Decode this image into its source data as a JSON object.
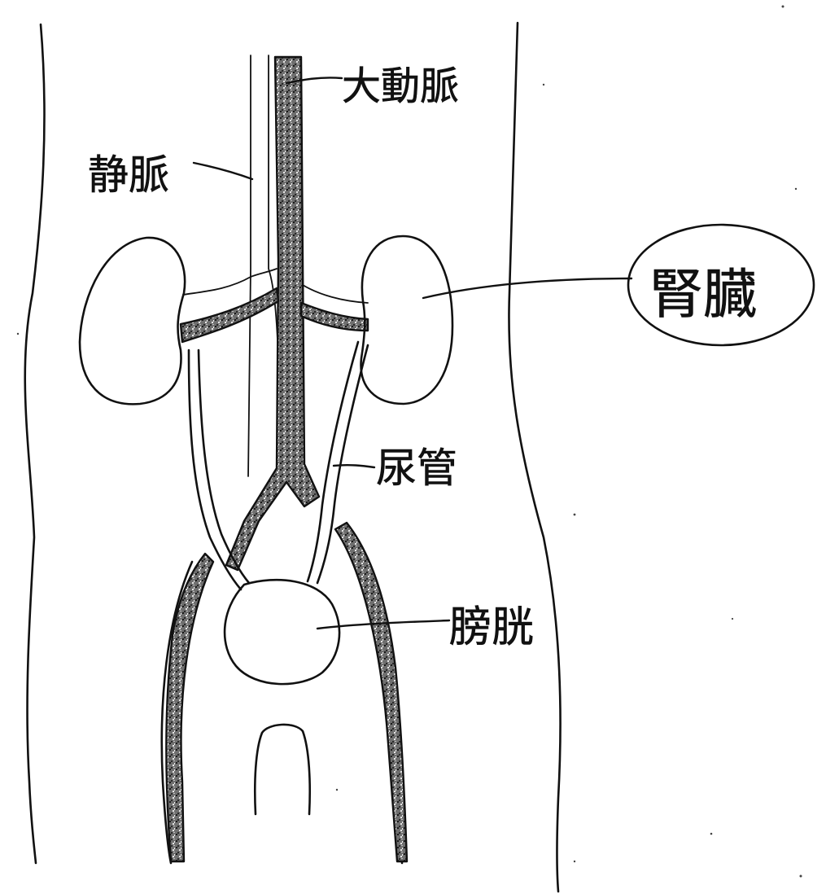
{
  "labels": {
    "aorta": "大動脈",
    "vein": "静脈",
    "kidney": "腎臓",
    "ureter": "尿管",
    "bladder": "膀胱"
  }
}
